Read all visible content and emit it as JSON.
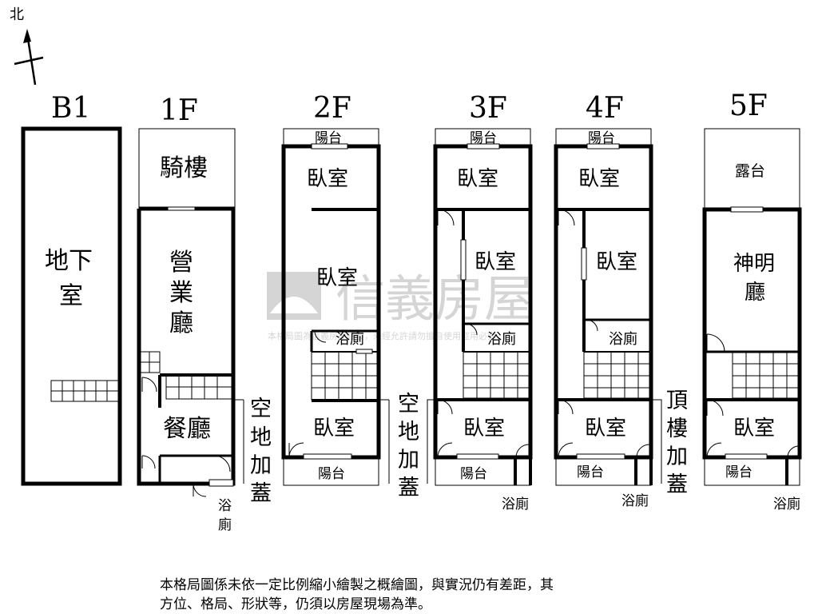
{
  "compass": {
    "north": "北"
  },
  "floors": {
    "b1": {
      "name": "B1",
      "basement": "地下室"
    },
    "f1": {
      "name": "1F",
      "arcade": "騎樓",
      "business_hall": "營業廳",
      "dining": "餐廳",
      "bath": "浴廁",
      "annex": "空地加蓋"
    },
    "f2": {
      "name": "2F",
      "balcony_top": "陽台",
      "bedroom_front": "臥室",
      "bedroom_mid": "臥室",
      "bath": "浴廁",
      "bedroom_rear": "臥室",
      "balcony_bottom": "陽台",
      "annex": "空地加蓋"
    },
    "f3": {
      "name": "3F",
      "balcony_top": "陽台",
      "bedroom_front": "臥室",
      "bedroom_mid": "臥室",
      "bath": "浴廁",
      "bedroom_rear": "臥室",
      "balcony_bottom": "陽台",
      "bath_outside": "浴廁"
    },
    "f4": {
      "name": "4F",
      "balcony_top": "陽台",
      "bedroom_front": "臥室",
      "bedroom_mid": "臥室",
      "bath": "浴廁",
      "bedroom_rear": "臥室",
      "balcony_bottom": "陽台",
      "bath_outside": "浴廁",
      "annex": "頂樓加蓋"
    },
    "f5": {
      "name": "5F",
      "terrace": "露台",
      "shrine": "神明廳",
      "bedroom_rear": "臥室",
      "balcony_bottom": "陽台",
      "bath_outside": "浴廁"
    }
  },
  "watermark": {
    "brand": "信義房屋",
    "notice": "本格局圖為信義房屋繪製，未經允許請勿擅自使用盜用必究"
  },
  "disclaimer": {
    "line1": "本格局圖係未依一定比例縮小繪製之概繪圖，與實況仍有差距，其",
    "line2": "方位、格局、形狀等，仍須以房屋現場為準。"
  },
  "colors": {
    "wall": "#000000",
    "watermark": "#b8b8b8"
  }
}
